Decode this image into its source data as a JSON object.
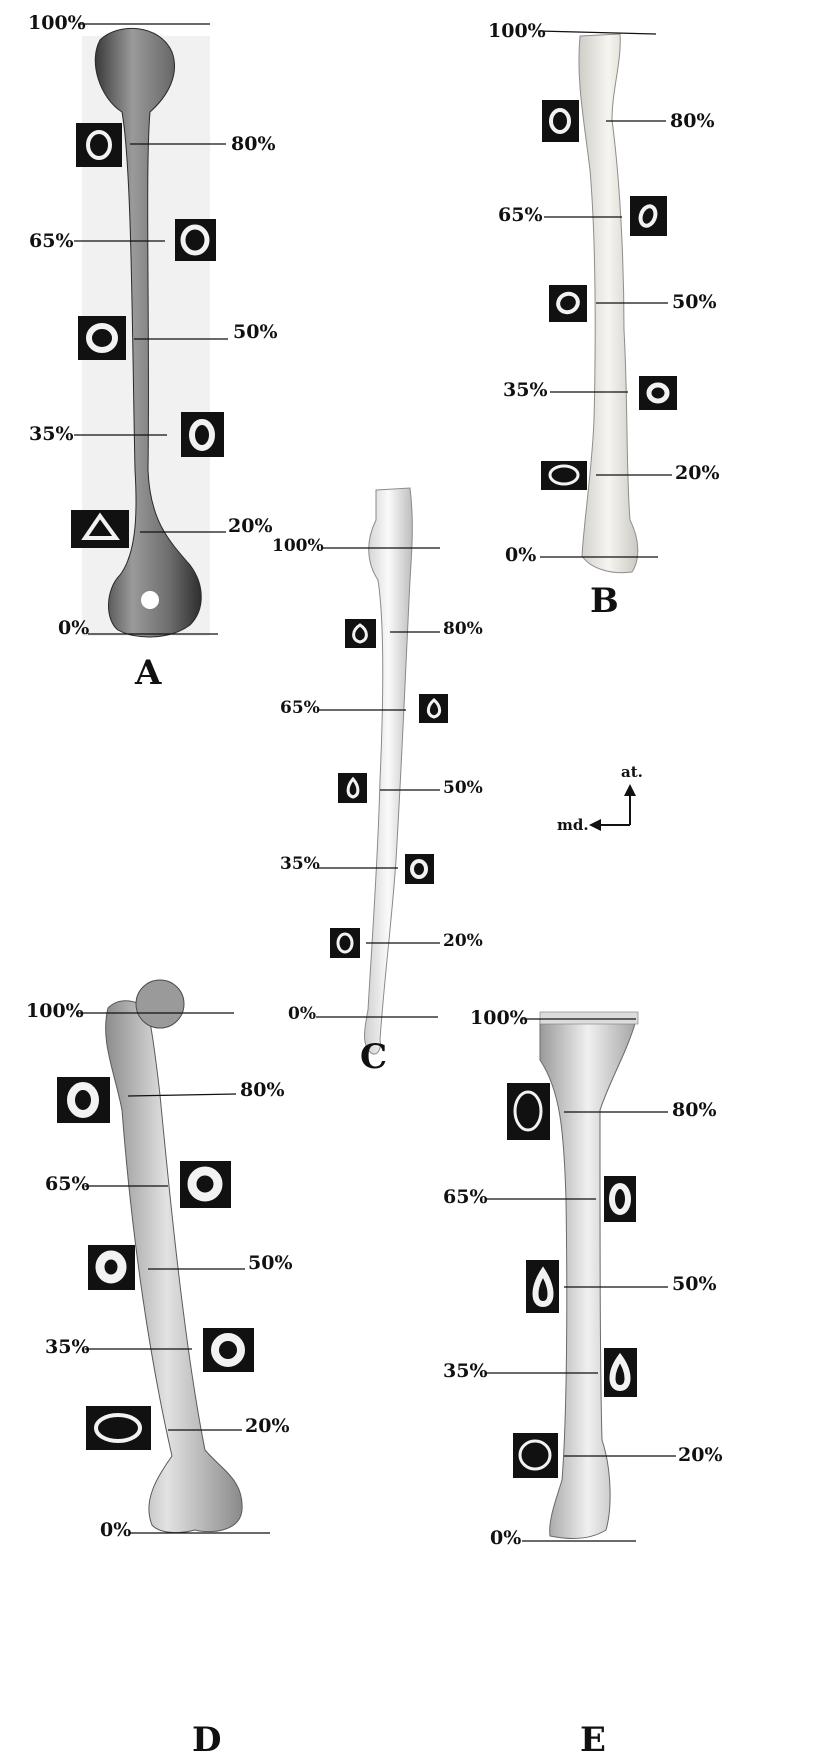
{
  "panels": {
    "A": {
      "letter": "A",
      "levels": [
        "100%",
        "80%",
        "65%",
        "50%",
        "35%",
        "20%",
        "0%"
      ],
      "bone": "humerus",
      "shade": "#7a7a7a"
    },
    "B": {
      "letter": "B",
      "levels": [
        "100%",
        "80%",
        "65%",
        "50%",
        "35%",
        "20%",
        "0%"
      ],
      "bone": "radius",
      "shade": "#e6e4df"
    },
    "C": {
      "letter": "C",
      "levels": [
        "100%",
        "80%",
        "65%",
        "50%",
        "35%",
        "20%",
        "0%"
      ],
      "bone": "fibula",
      "shade": "#efefef"
    },
    "D": {
      "letter": "D",
      "levels": [
        "100%",
        "80%",
        "65%",
        "50%",
        "35%",
        "20%",
        "0%"
      ],
      "bone": "femur",
      "shade": "#bdbdbd"
    },
    "E": {
      "letter": "E",
      "levels": [
        "100%",
        "80%",
        "65%",
        "50%",
        "35%",
        "20%",
        "0%"
      ],
      "bone": "tibia",
      "shade": "#d4d4d4"
    }
  },
  "orientation": {
    "vertical_label": "at.",
    "horizontal_label": "md."
  },
  "colors": {
    "ink": "#111111",
    "section_bg": "#111111",
    "section_cortex": "#f2f2f2"
  }
}
